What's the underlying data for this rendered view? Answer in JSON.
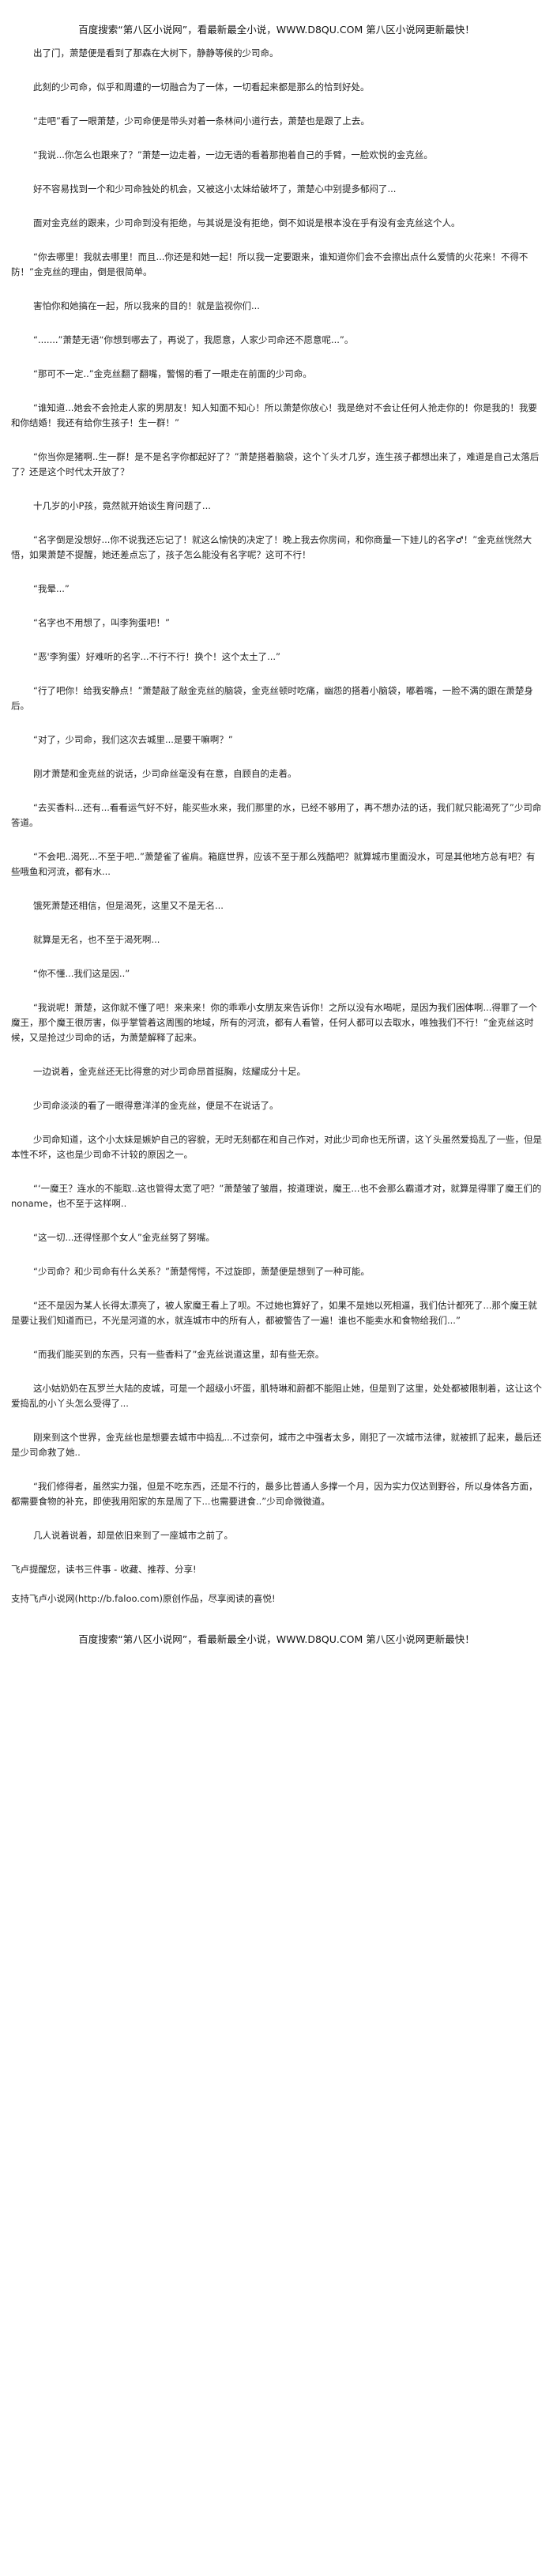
{
  "header_banner": "百度搜索“第八区小说网”，看最新最全小说，WWW.D8QU.COM  第八区小说网更新最快！",
  "paragraphs": [
    "出了门，萧楚便是看到了那森在大树下，静静等候的少司命。",
    "此刻的少司命，似乎和周遭的一切融合为了一体，一切看起来都是那么的恰到好处。",
    "“走吧”看了一眼萧楚，少司命便是带头对着一条林间小道行去，萧楚也是跟了上去。",
    "“我说...你怎么也跟来了？”萧楚一边走着，一边无语的看着那抱着自己的手臂，一脸欢悦的金克丝。",
    "好不容易找到一个和少司命独处的机会，又被这小太妹给破坏了，萧楚心中别提多郁闷了...",
    "面对金克丝的跟来，少司命到没有拒绝，与其说是没有拒绝，倒不如说是根本没在乎有没有金克丝这个人。",
    "“你去哪里！我就去哪里！而且...你还是和她一起！所以我一定要跟来，谁知道你们会不会擦出点什么爱情的火花来！不得不防！”金克丝的理由，倒是很简单。",
    "害怕你和她搞在一起，所以我来的目的！就是监视你们...",
    "“.......”萧楚无语“你想到哪去了，再说了，我愿意，人家少司命还不愿意呢...”。",
    "“那可不一定..”金克丝翻了翻嘴，警惕的看了一眼走在前面的少司命。",
    "“谁知道...她会不会抢走人家的男朋友！知人知面不知心！所以萧楚你放心！我是绝对不会让任何人抢走你的！你是我的！我要和你结婚！我还有给你生孩子！生一群！”",
    "“你当你是猪啊..生一群！是不是名字你都起好了？”萧楚搭着脑袋，这个丫头才几岁，连生孩子都想出来了，难道是自己太落后了？还是这个时代太开放了？",
    "十几岁的小P孩，竟然就开始谈生育问题了...",
    "“名字倒是没想好...你不说我还忘记了！就这么愉快的决定了！晚上我去你房间，和你商量一下娃儿的名字♂！”金克丝恍然大悟，如果萧楚不提醒，她还差点忘了，孩子怎么能没有名字呢？这可不行！",
    "“我晕...”",
    "“名字也不用想了，叫李狗蛋吧！”",
    "“恶'李狗蛋）好难听的名字...不行不行！换个！这个太土了...”",
    "“行了吧你！给我安静点！”萧楚敲了敲金克丝的脑袋，金克丝顿时吃痛，幽怨的搭着小脑袋，嘟着嘴，一脸不满的跟在萧楚身后。",
    "“对了，少司命，我们这次去城里...是要干嘛啊？”",
    "刚才萧楚和金克丝的说话，少司命丝毫没有在意，自顾自的走着。",
    "“去买香料...还有...看看运气好不好，能买些水来，我们那里的水，已经不够用了，再不想办法的话，我们就只能渴死了”少司命答道。",
    "“不会吧..渴死...不至于吧..”萧楚雀了雀肩。箱庭世界，应该不至于那么残酷吧？就算城市里面没水，可是其他地方总有吧？有些哦鱼和河流，都有水...",
    "饿死萧楚还相信，但是渴死，这里又不是无名...",
    "就算是无名，也不至于渴死啊...",
    "“你不懂...我们这是因..”",
    "“我说呢！萧楚，这你就不懂了吧！来来来！你的乖乖小女朋友来告诉你！之所以没有水喝呢，是因为我们困体啊...得罪了一个魔王，那个魔王很厉害，似乎掌管着这周围的地域，所有的河流，都有人看管，任何人都可以去取水，唯独我们不行！”金克丝这时候，又是抢过少司命的话，为萧楚解释了起来。",
    "一边说着，金克丝还无比得意的对少司命昂首挺胸，炫耀成分十足。",
    "少司命淡淡的看了一眼得意洋洋的金克丝，便是不在说话了。",
    "少司命知道，这个小太妹是嫉妒自己的容貌，无时无刻都在和自己作对，对此少司命也无所谓，这丫头虽然爱捣乱了一些，但是本性不坏，这也是少司命不计较的原因之一。",
    "“‘一魔王？连水的不能取..这也管得太宽了吧？”萧楚皱了皱眉，按道理说，魔王...也不会那么霸道才对，就算是得罪了魔王们的noname，也不至于这样啊..",
    "“这一切...还得怪那个女人”金克丝努了努嘴。",
    "“少司命？和少司命有什么关系？”萧楚愕愕，不过旋即，萧楚便是想到了一种可能。",
    "“还不是因为某人长得太漂亮了，被人家魔王看上了呗。不过她也算好了，如果不是她以死相逼，我们估计都死了...那个魔王就是要让我们知道而已，不光是河道的水，就连城市中的所有人，都被警告了一遍！谁也不能卖水和食物给我们...”",
    "“而我们能买到的东西，只有一些香料了”金克丝说道这里，却有些无奈。",
    "这小姑奶奶在瓦罗兰大陆的皮城，可是一个超级小坏蛋，肌特琳和蔚都不能阻止她，但是到了这里，处处都被限制着，这让这个爱捣乱的小丫头怎么受得了...",
    "刚来到这个世界，金克丝也是想要去城市中捣乱...不过奈何，城市之中强者太多，刚犯了一次城市法律，就被抓了起来，最后还是少司命救了她..",
    "“我们修得者，虽然实力强，但是不吃东西，还是不行的，最多比普通人多撑一个月，因为实力仅达到野谷，所以身体各方面，都需要食物的补充，即使我用阳家的东是周了下...也需要进食..”少司命微微道。",
    "几人说着说着，却是依旧来到了一座城市之前了。"
  ],
  "footer_lines": [
    "飞卢提醒您，读书三件事 - 收藏、推荐、分享!",
    "支持飞卢小说网(http://b.faloo.com)原创作品，尽享阅读的喜悦!"
  ],
  "footer_banner": "百度搜索“第八区小说网”，看最新最全小说，WWW.D8QU.COM  第八区小说网更新最快！"
}
